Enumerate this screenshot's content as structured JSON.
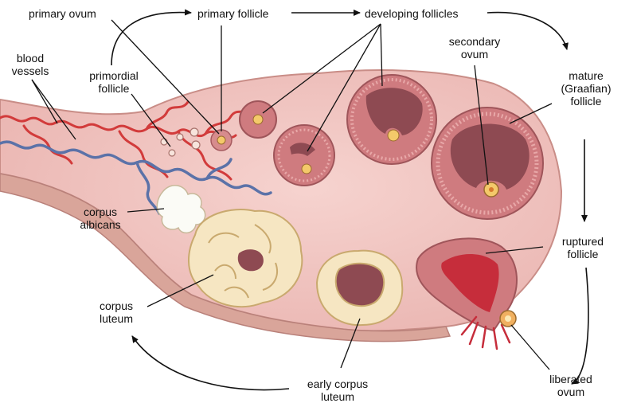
{
  "labels": {
    "primary_ovum": "primary ovum",
    "primary_follicle": "primary follicle",
    "developing_follicles": "developing follicles",
    "blood_vessels": [
      "blood",
      "vessels"
    ],
    "primordial_follicle": [
      "primordial",
      "follicle"
    ],
    "secondary_ovum": [
      "secondary",
      "ovum"
    ],
    "mature_follicle": [
      "mature",
      "(Graafian)",
      "follicle"
    ],
    "corpus_albicans": [
      "corpus",
      "albicans"
    ],
    "ruptured_follicle": [
      "ruptured",
      "follicle"
    ],
    "corpus_luteum": [
      "corpus",
      "luteum"
    ],
    "early_corpus_luteum": [
      "early corpus",
      "luteum"
    ],
    "liberated_ovum": [
      "liberated",
      "ovum"
    ]
  },
  "colors": {
    "ovary_fill": "#f2c6c3",
    "ovary_edge": "#c98d87",
    "follicle_wall": "#c9777a",
    "follicle_cavity": "#8e4a52",
    "luteum_fill": "#f6e6c2",
    "luteum_edge": "#c9a96e",
    "artery": "#d23b3b",
    "vein": "#5b72a8",
    "rupture": "#c62d3b",
    "ovum": "#f4c96a"
  }
}
